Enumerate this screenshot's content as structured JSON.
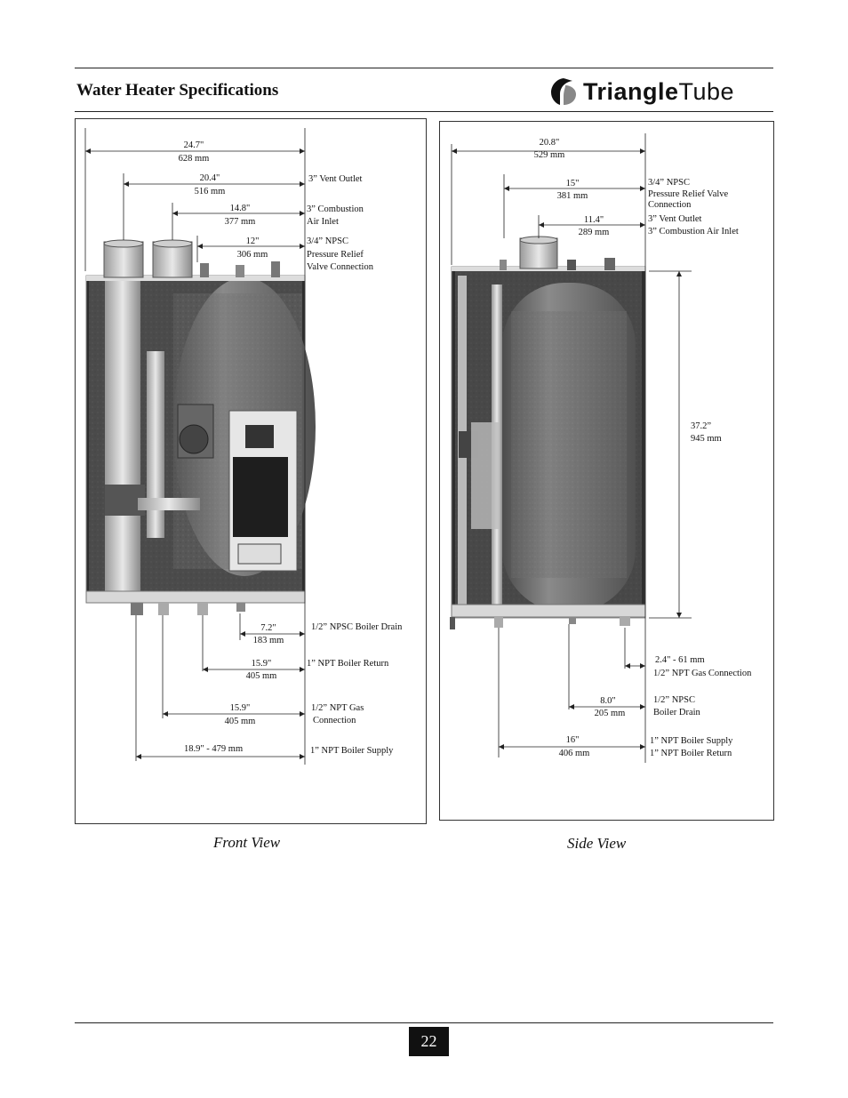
{
  "header": {
    "title": "Water Heater Specifications",
    "logo_alt": "TriangleTube",
    "logo_part1": "Triangle",
    "logo_part2": "Tube"
  },
  "front_view": {
    "caption": "Front View",
    "dims": {
      "overall": [
        "24.7\"",
        "628 mm"
      ],
      "vent": [
        "20.4\"",
        "516 mm"
      ],
      "air": [
        "14.8\"",
        "377 mm"
      ],
      "relief": [
        "12\"",
        "306 mm"
      ],
      "drain": [
        "7.2\"",
        "183 mm"
      ],
      "return": [
        "15.9\"",
        "405 mm"
      ],
      "gas": [
        "15.9\"",
        "405 mm"
      ],
      "supply": "18.9\"  - 479 mm"
    },
    "callouts": {
      "vent": "3” Vent Outlet",
      "air": [
        "3”  Combustion",
        "Air Inlet"
      ],
      "relief": [
        "3/4” NPSC",
        "Pressure Relief",
        "Valve Connection"
      ],
      "drain": "1/2” NPSC Boiler Drain",
      "return": "1” NPT Boiler Return",
      "gas": [
        "1/2” NPT Gas",
        "Connection"
      ],
      "supply": "1” NPT Boiler Supply"
    }
  },
  "side_view": {
    "caption": "Side View",
    "dims": {
      "overall": [
        "20.8\"",
        "529 mm"
      ],
      "relief": [
        "15\"",
        "381 mm"
      ],
      "vent": [
        "11.4\"",
        "289 mm"
      ],
      "height": [
        "37.2”",
        "945 mm"
      ],
      "gas": "2.4\" - 61 mm",
      "drain": [
        "8.0\"",
        "205 mm"
      ],
      "supply": [
        "16\"",
        "406 mm"
      ]
    },
    "callouts": {
      "relief": [
        "3/4” NPSC",
        "Pressure Relief  Valve",
        "Connection"
      ],
      "vent": [
        "3” Vent Outlet",
        "3” Combustion Air Inlet"
      ],
      "gas": "1/2” NPT Gas Connection",
      "drain": [
        "1/2” NPSC",
        " Boiler Drain"
      ],
      "supply": [
        "1” NPT Boiler Supply",
        "1” NPT Boiler Return"
      ]
    }
  },
  "footer": {
    "page_number": "22"
  }
}
